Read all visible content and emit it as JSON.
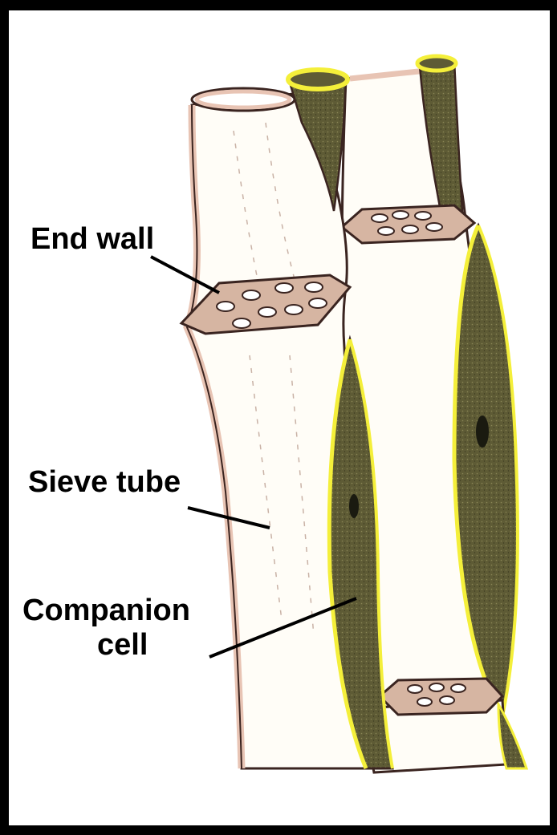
{
  "labels": {
    "end_wall": "End wall",
    "sieve_tube": "Sieve tube",
    "companion_line1": "Companion",
    "companion_line2": "cell"
  },
  "colors": {
    "background": "#000000",
    "canvas": "#ffffff",
    "tube_wall": "#e8c4b4",
    "wall_edge": "#3a2420",
    "tube_lumen": "#fffdf7",
    "companion_fill": "#5e5b35",
    "companion_rim": "#f4ef3a",
    "sieve_plate": "#d6b5a2",
    "pore": "#ffffff"
  }
}
